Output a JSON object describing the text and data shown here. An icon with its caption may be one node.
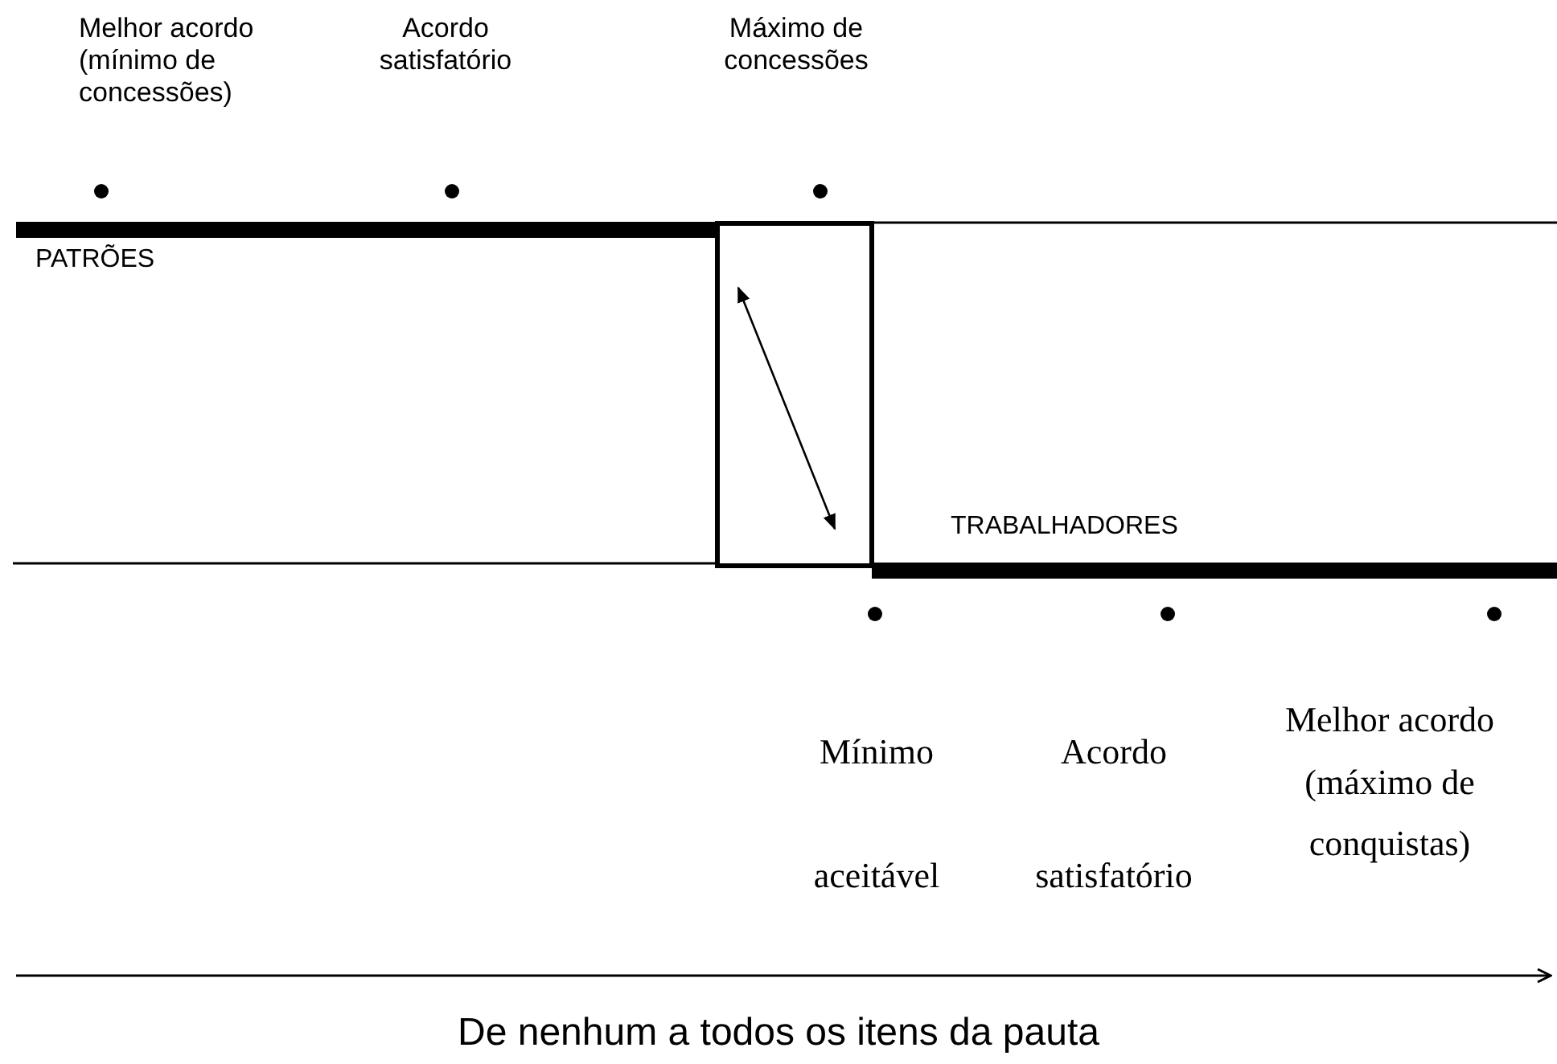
{
  "diagram": {
    "labels": [
      "Melhor acordo (mínimo de concessões)",
      "Acordo satisfatório",
      "Máximo de concessões",
      "PATRÕES",
      "TRABALHADORES",
      "Mínimo aceitável",
      "Acordo satisfatório",
      "Melhor acordo (máximo de conquistas)",
      "De nenhum a todos os itens da pauta"
    ]
  }
}
